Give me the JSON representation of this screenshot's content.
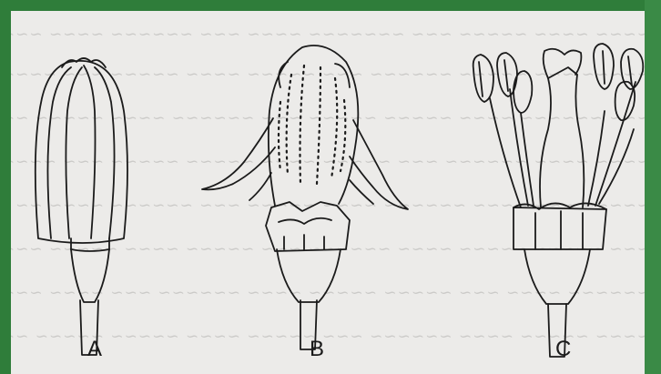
{
  "labels": {
    "a": "A",
    "b": "B",
    "c": "C"
  },
  "colors": {
    "border": "#2f7d3a",
    "paper": "#ecebe9",
    "ink": "#1b1b1b"
  }
}
